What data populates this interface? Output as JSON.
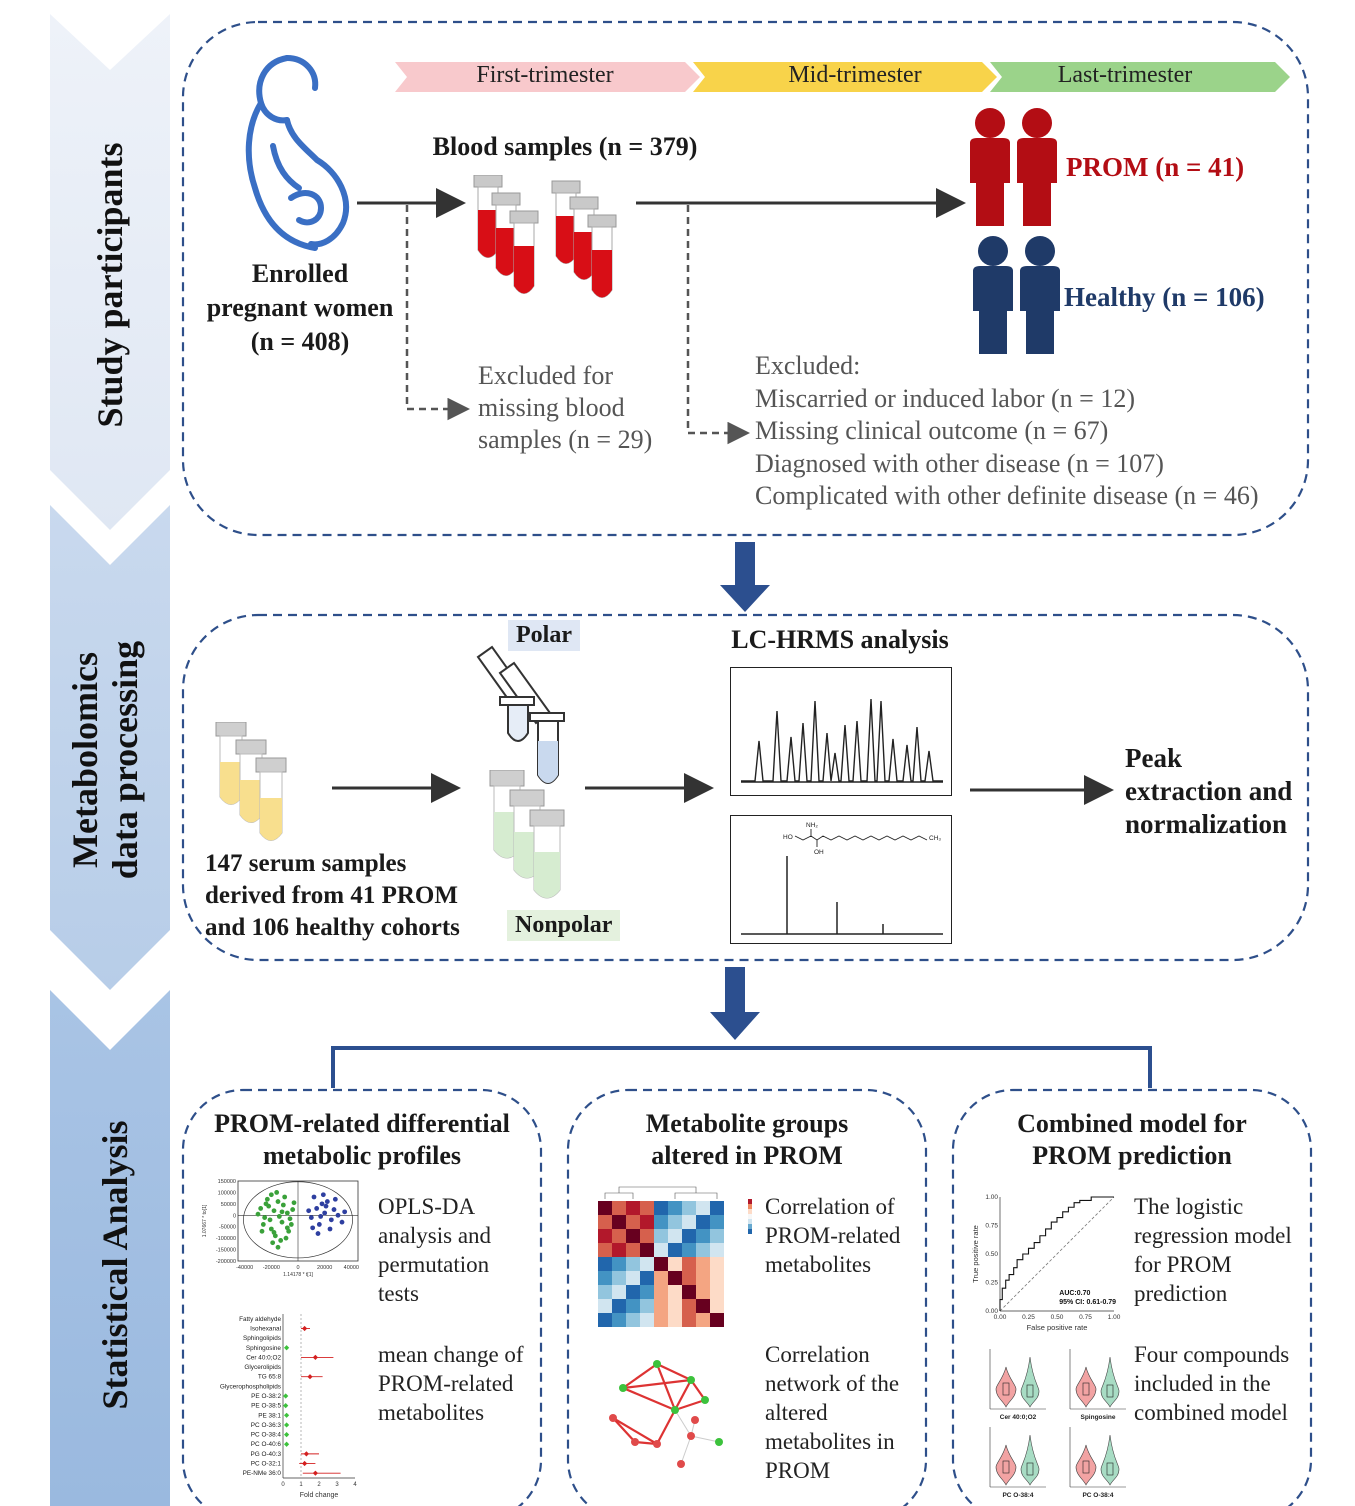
{
  "sections": {
    "study": "Study participants",
    "metabolomics_line1": "Metabolomics",
    "metabolomics_line2": "data processing",
    "statistical": "Statistical Analysis"
  },
  "timeline": [
    "First-trimester",
    "Mid-trimester",
    "Last-trimester"
  ],
  "enrolled": {
    "line1": "Enrolled",
    "line2": "pregnant women",
    "line3": "(n = 408)"
  },
  "blood_samples": "Blood samples (n = 379)",
  "excluded_missing": [
    "Excluded for",
    "missing blood",
    "samples (n = 29)"
  ],
  "excluded_list": [
    "Excluded:",
    "Miscarried or induced labor (n = 12)",
    "Missing clinical outcome (n = 67)",
    "Diagnosed with other disease (n = 107)",
    "Complicated with other definite disease (n = 46)"
  ],
  "prom": "PROM (n = 41)",
  "healthy": "Healthy (n = 106)",
  "serum": [
    "147 serum samples",
    "derived from 41 PROM",
    "and 106 healthy cohorts"
  ],
  "polar": "Polar",
  "nonpolar": "Nonpolar",
  "lchrms": "LC-HRMS analysis",
  "peak": [
    "Peak",
    "extraction and",
    "normalization"
  ],
  "molecule": {
    "nh2": "NH₂",
    "ho": "HO",
    "oh": "OH",
    "ch3": "CH₃"
  },
  "panels": {
    "p1_title": [
      "PROM-related differential",
      "metabolic profiles"
    ],
    "p1_desc1": [
      "OPLS-DA",
      "analysis and",
      "permutation",
      "tests"
    ],
    "p1_desc2": [
      "mean change of",
      "PROM-related",
      "metabolites"
    ],
    "p2_title": [
      "Metabolite groups",
      "altered in PROM"
    ],
    "p2_desc1": [
      "Correlation of",
      "PROM-related",
      "metabolites"
    ],
    "p2_desc2": [
      "Correlation",
      "network of the",
      "altered",
      "metabolites in",
      "PROM"
    ],
    "p3_title": [
      "Combined model for",
      "PROM prediction"
    ],
    "p3_desc1": [
      "The logistic",
      "regression model",
      "for PROM",
      "prediction"
    ],
    "p3_desc2": [
      "Four compounds",
      "included in the",
      "combined model"
    ]
  },
  "colors": {
    "prom": "#b30d14",
    "healthy": "#1f3a68",
    "arrow": "#2c4f8f",
    "dash": "#2e4f8a",
    "pink": "#f8c9cc",
    "yellow": "#f8d34a",
    "green": "#9bd38a"
  },
  "icons": [
    "pregnant-woman-icon",
    "blood-tube-icon",
    "people-icon",
    "serum-tube-icon",
    "pipette-icon"
  ],
  "chart_data": [
    {
      "type": "scatter",
      "title": "",
      "xlabel": "1.14178 * t[1]",
      "ylabel": "1.07667 * to[1]",
      "xticks": [
        "-40000",
        "-20000",
        "0",
        "20000",
        "40000"
      ],
      "yticks": [
        "150000",
        "100000",
        "50000",
        "0",
        "-50000",
        "-100000",
        "-150000",
        "-200000"
      ],
      "xlim": [
        -45000,
        45000
      ],
      "ylim": [
        -200000,
        150000
      ],
      "series": [
        {
          "color": "#3aa13a",
          "points": [
            [
              -22000,
              40000
            ],
            [
              -18000,
              20000
            ],
            [
              -15000,
              60000
            ],
            [
              -25000,
              -10000
            ],
            [
              -12000,
              -30000
            ],
            [
              -20000,
              -60000
            ],
            [
              -8000,
              10000
            ],
            [
              -17000,
              -90000
            ],
            [
              -28000,
              30000
            ],
            [
              -10000,
              80000
            ],
            [
              -14000,
              -5000
            ],
            [
              -5000,
              -40000
            ],
            [
              -23000,
              70000
            ],
            [
              -19000,
              -120000
            ],
            [
              -11000,
              45000
            ],
            [
              -30000,
              5000
            ],
            [
              -7000,
              -70000
            ],
            [
              -16000,
              100000
            ],
            [
              -13000,
              -110000
            ],
            [
              -26000,
              -40000
            ],
            [
              -4000,
              25000
            ],
            [
              -21000,
              -20000
            ],
            [
              -9000,
              -100000
            ],
            [
              -24000,
              50000
            ],
            [
              -15000,
              -140000
            ],
            [
              -3000,
              55000
            ],
            [
              -18000,
              -75000
            ],
            [
              -12000,
              15000
            ],
            [
              -6000,
              -15000
            ],
            [
              -27000,
              -70000
            ],
            [
              -20000,
              90000
            ],
            [
              -8000,
              -55000
            ]
          ]
        },
        {
          "color": "#2e3fa0",
          "points": [
            [
              14000,
              30000
            ],
            [
              20000,
              10000
            ],
            [
              18000,
              50000
            ],
            [
              25000,
              -20000
            ],
            [
              10000,
              -10000
            ],
            [
              22000,
              60000
            ],
            [
              30000,
              0
            ],
            [
              16000,
              -40000
            ],
            [
              12000,
              80000
            ],
            [
              27000,
              25000
            ],
            [
              8000,
              20000
            ],
            [
              24000,
              -60000
            ],
            [
              19000,
              90000
            ],
            [
              33000,
              -30000
            ],
            [
              15000,
              -80000
            ],
            [
              21000,
              40000
            ],
            [
              28000,
              70000
            ],
            [
              11000,
              -55000
            ],
            [
              35000,
              15000
            ],
            [
              17000,
              -5000
            ]
          ]
        }
      ]
    },
    {
      "type": "forest",
      "xlabel": "Fold change",
      "xticks": [
        "0",
        "1",
        "2",
        "3",
        "4"
      ],
      "xlim": [
        0,
        4
      ],
      "categories": [
        "Fatty aldehyde",
        "Isohexanal",
        "Sphingolipids",
        "Sphingosine",
        "Cer 40:0;O2",
        "Glycerolipids",
        "TG 65:8",
        "Glycerophospholipids",
        "PE O-38:2",
        "PE O-38:5",
        "PE 38:1",
        "PC O-36:3",
        "PC O-38:4",
        "PC O-40:6",
        "PG O-40:3",
        "PC O-32:1",
        "PE-NMe 36:0"
      ],
      "values": [
        null,
        1.2,
        null,
        0.2,
        1.8,
        null,
        1.5,
        null,
        0.15,
        0.15,
        0.2,
        0.2,
        0.2,
        0.2,
        1.3,
        1.2,
        1.8
      ],
      "ci_low": [
        null,
        1.0,
        null,
        0.15,
        1.0,
        null,
        1.0,
        null,
        0.1,
        0.1,
        0.1,
        0.1,
        0.1,
        0.1,
        1.0,
        0.9,
        1.1
      ],
      "ci_high": [
        null,
        1.5,
        null,
        0.3,
        2.8,
        null,
        2.2,
        null,
        0.25,
        0.25,
        0.3,
        0.3,
        0.3,
        0.3,
        2.0,
        1.8,
        3.2
      ]
    },
    {
      "type": "line",
      "title": "",
      "xlabel": "False positive rate",
      "ylabel": "True positive rate",
      "xticks": [
        "0.00",
        "0.25",
        "0.50",
        "0.75",
        "1.00"
      ],
      "yticks": [
        "0.00",
        "0.25",
        "0.50",
        "0.75",
        "1.00"
      ],
      "annotation": [
        "AUC:0.70",
        "95% CI: 0.61-0.79"
      ],
      "x": [
        0,
        0,
        0.02,
        0.02,
        0.05,
        0.05,
        0.08,
        0.08,
        0.12,
        0.12,
        0.15,
        0.15,
        0.2,
        0.2,
        0.25,
        0.25,
        0.3,
        0.3,
        0.35,
        0.35,
        0.4,
        0.4,
        0.45,
        0.45,
        0.5,
        0.5,
        0.55,
        0.55,
        0.6,
        0.6,
        0.65,
        0.65,
        0.7,
        0.7,
        0.8,
        0.8,
        0.9,
        1.0
      ],
      "y": [
        0,
        0.1,
        0.1,
        0.2,
        0.2,
        0.27,
        0.27,
        0.32,
        0.32,
        0.38,
        0.38,
        0.45,
        0.45,
        0.5,
        0.5,
        0.55,
        0.55,
        0.6,
        0.6,
        0.66,
        0.66,
        0.72,
        0.72,
        0.78,
        0.78,
        0.82,
        0.82,
        0.87,
        0.87,
        0.91,
        0.91,
        0.95,
        0.95,
        0.97,
        0.97,
        1.0,
        1.0,
        1.0
      ]
    },
    {
      "type": "violin",
      "panels": [
        "Cer 40:0;O2",
        "Spingosine",
        "PC O-38:4",
        "PC O-38:4"
      ]
    }
  ]
}
